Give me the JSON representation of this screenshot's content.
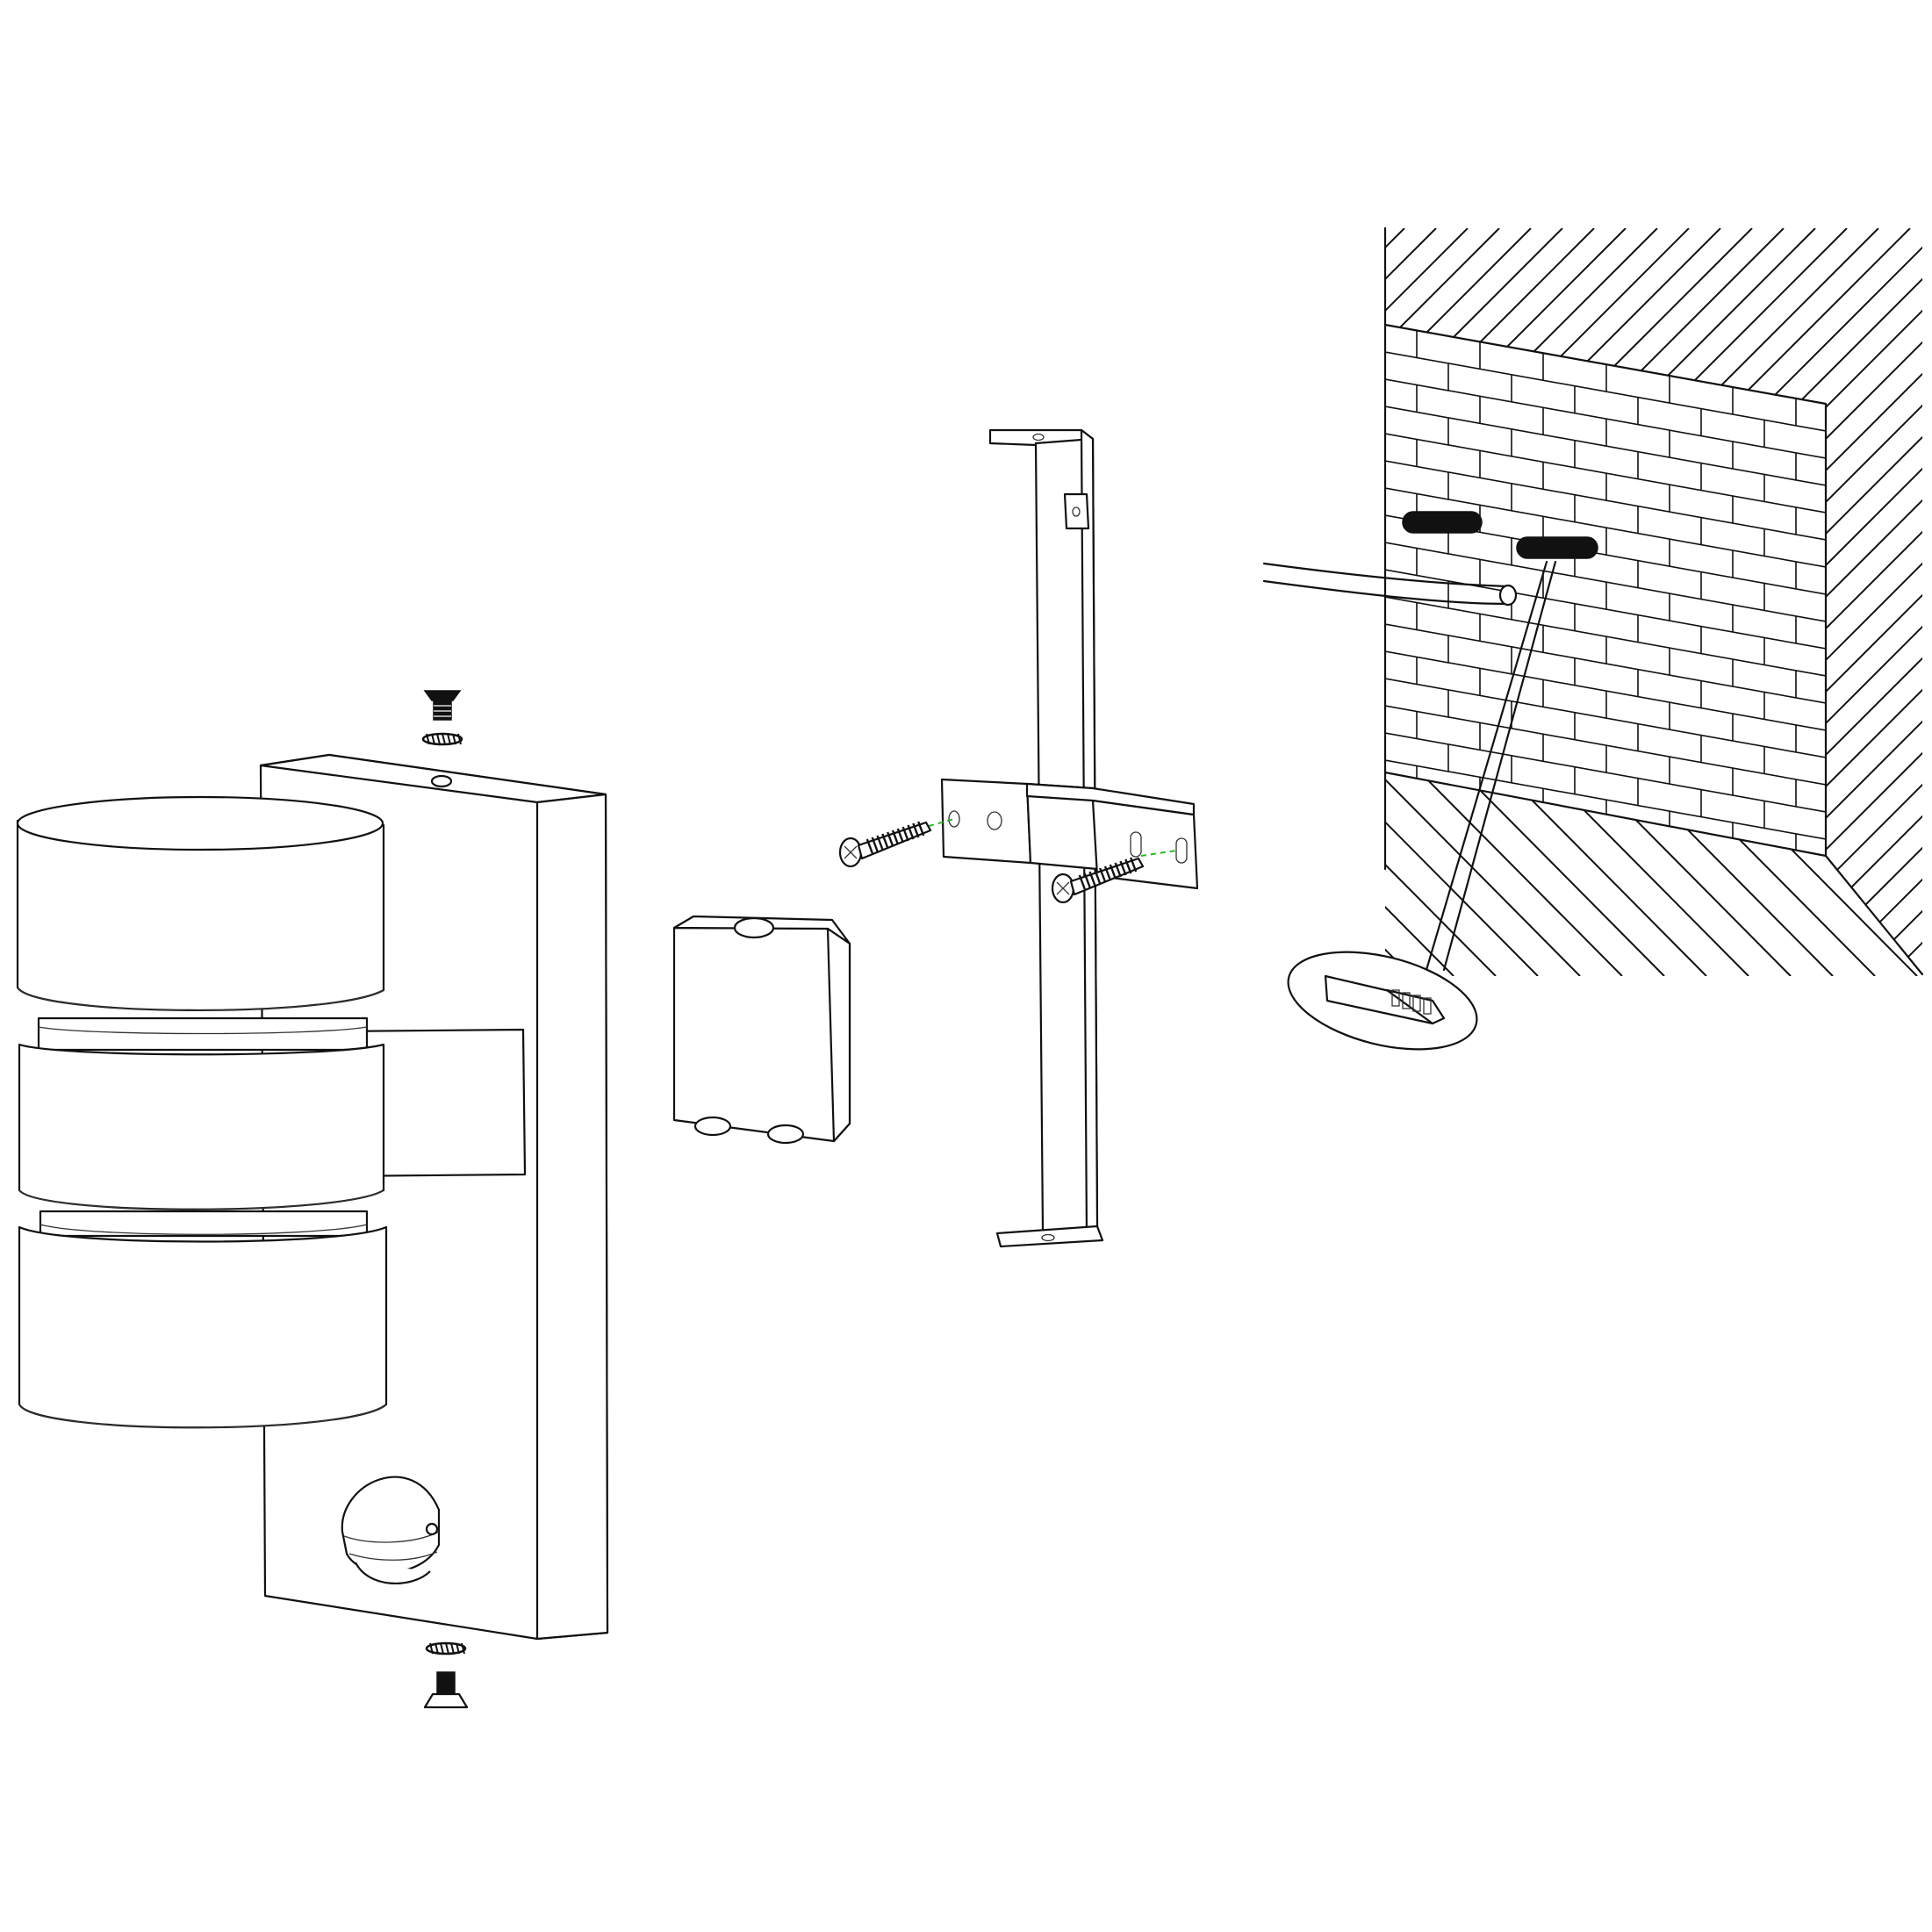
{
  "diagram": {
    "kind": "exploded assembly illustration",
    "parts": [
      "lamp-body",
      "junction-box",
      "mounting-bracket",
      "wall-section",
      "screws",
      "wall-plugs",
      "power-cable",
      "terminal-block-callout"
    ],
    "colors": {
      "line": "#111111",
      "background": "#ffffff",
      "guide": "#2fb52f",
      "plug": "#111111"
    }
  }
}
